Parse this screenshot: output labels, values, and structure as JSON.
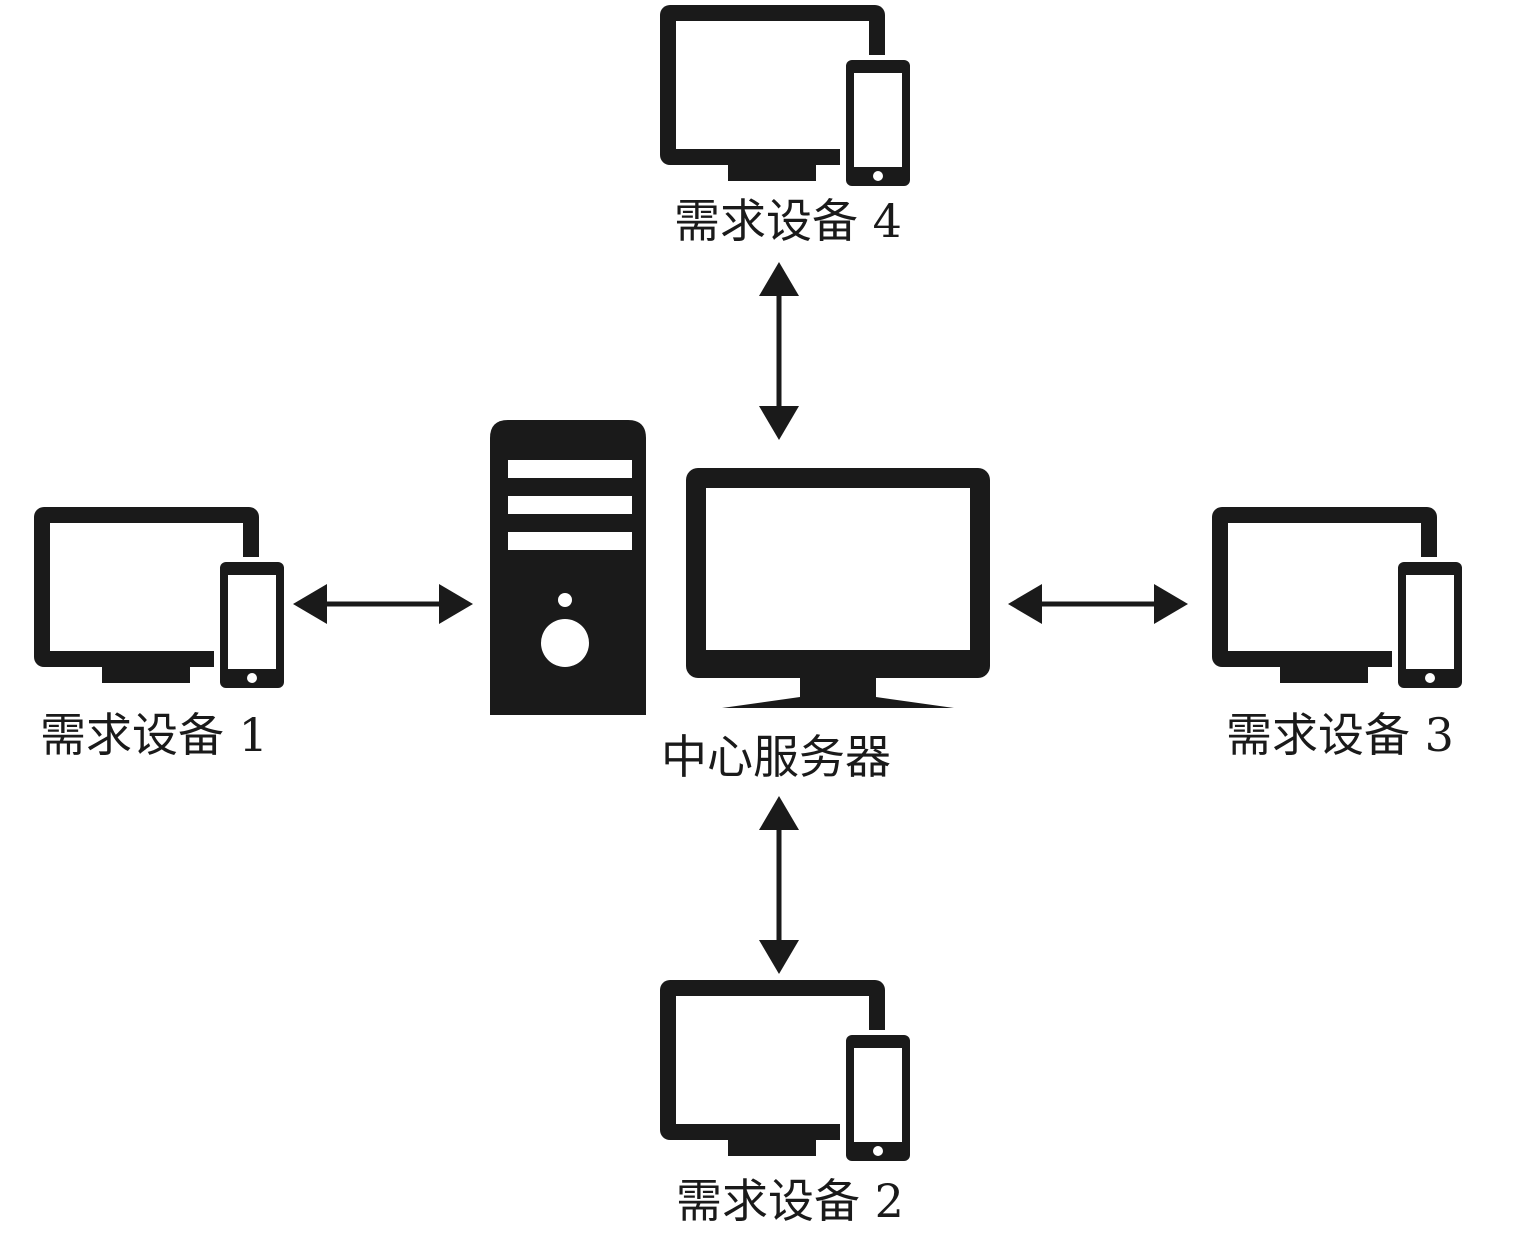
{
  "diagram": {
    "server": {
      "label": "中心服务器"
    },
    "devices": [
      {
        "id": "device-1",
        "label": "需求设备 1"
      },
      {
        "id": "device-2",
        "label": "需求设备 2"
      },
      {
        "id": "device-3",
        "label": "需求设备 3"
      },
      {
        "id": "device-4",
        "label": "需求设备 4"
      }
    ],
    "connections": [
      {
        "from": "server",
        "to": "device-1",
        "direction": "bidirectional"
      },
      {
        "from": "server",
        "to": "device-2",
        "direction": "bidirectional"
      },
      {
        "from": "server",
        "to": "device-3",
        "direction": "bidirectional"
      },
      {
        "from": "server",
        "to": "device-4",
        "direction": "bidirectional"
      }
    ],
    "colors": {
      "ink": "#1a1a1a",
      "background": "#ffffff"
    },
    "icons": {
      "server": [
        "tower-pc-icon",
        "monitor-icon"
      ],
      "device": "monitor-phone-icon"
    }
  }
}
